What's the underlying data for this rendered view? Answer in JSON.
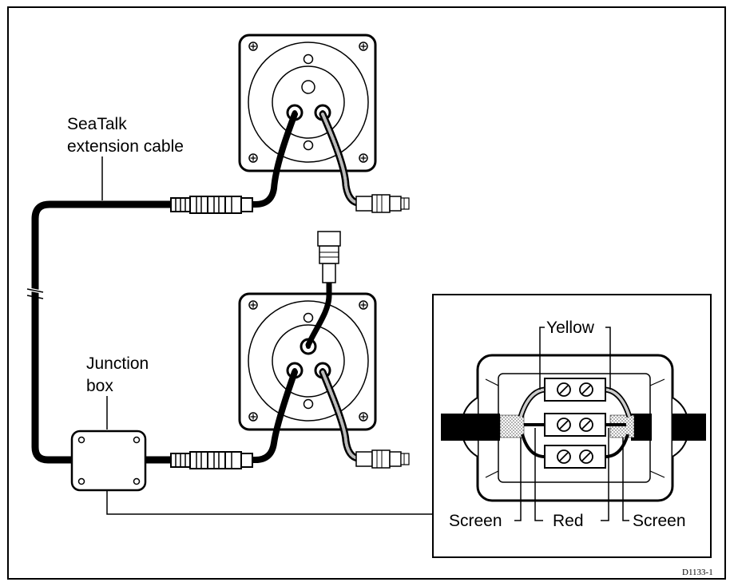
{
  "labels": {
    "seatalk_line1": "SeaTalk",
    "seatalk_line2": "extension cable",
    "junction_line1": "Junction",
    "junction_line2": "box",
    "yellow": "Yellow",
    "red": "Red",
    "screen_left": "Screen",
    "screen_right": "Screen",
    "figure_id": "D1133-1"
  },
  "colors": {
    "ink": "#000000",
    "paper": "#ffffff",
    "face": "#fdfdfd"
  },
  "components": {
    "instrument_units": 2,
    "connector_icon": "seatalk-plug-icon",
    "screw_icon": "slotted-screw-icon"
  }
}
